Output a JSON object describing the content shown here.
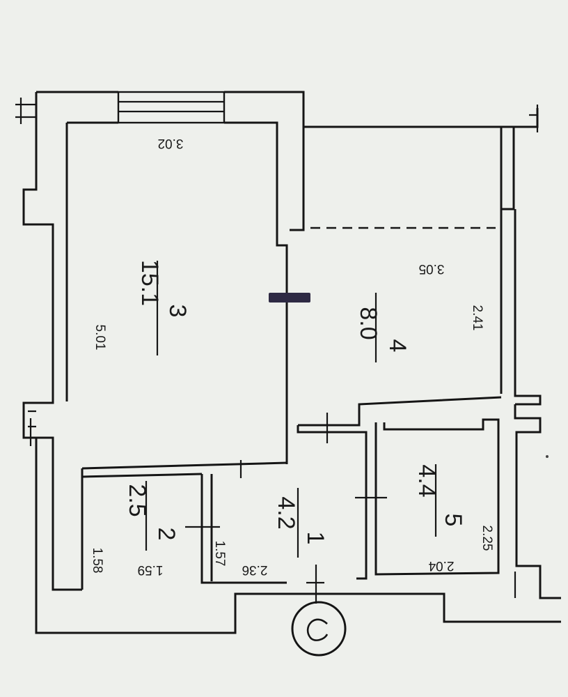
{
  "rooms": [
    {
      "number": "3",
      "area": "15.1",
      "dims": [
        "3.02",
        "5.01"
      ]
    },
    {
      "number": "4",
      "area": "8.0",
      "dims": [
        "3.05",
        "2.41"
      ]
    },
    {
      "number": "2",
      "area": "2.5",
      "dims": [
        "1.59",
        "1.58"
      ]
    },
    {
      "number": "1",
      "area": "4.2",
      "dims": [
        "2.36",
        "1.57"
      ]
    },
    {
      "number": "5",
      "area": "4.4",
      "dims": [
        "2.04",
        "2.25"
      ]
    }
  ],
  "colors": {
    "wall": "#151515",
    "background": "#eef0ec",
    "marker": "#2e2a44"
  },
  "icons": [
    "entrance-door-icon",
    "window-icon",
    "wall-marker-icon"
  ]
}
